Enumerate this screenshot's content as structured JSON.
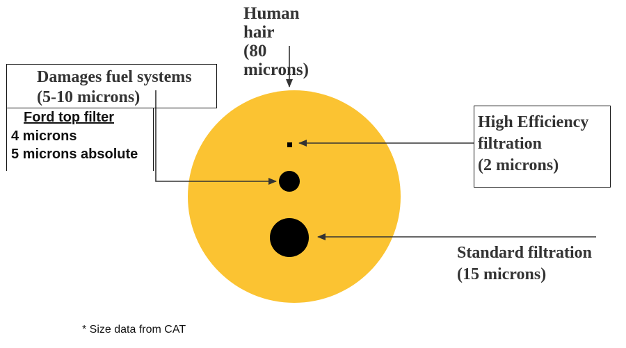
{
  "labels": {
    "human_hair": {
      "lines": [
        "Human",
        "hair",
        "(80",
        "microns)"
      ],
      "size_microns": 80
    },
    "damages_fuel": {
      "line1": "Damages fuel systems",
      "line2": "(5-10 microns)",
      "size_microns": "5-10"
    },
    "ford_filter": {
      "title": "Ford top filter",
      "line1": "4 microns",
      "line2": "5 microns absolute"
    },
    "high_efficiency": {
      "line1": "High Efficiency",
      "line2": "filtration",
      "line3": "(2 microns)",
      "size_microns": 2
    },
    "standard": {
      "line1": "Standard filtration",
      "line2": "(15 microns)",
      "size_microns": 15
    }
  },
  "footnote": "* Size data from CAT",
  "colors": {
    "hair_disc": "#fbc332",
    "particle": "#000000",
    "arrow": "#333333",
    "text": "#333333"
  }
}
